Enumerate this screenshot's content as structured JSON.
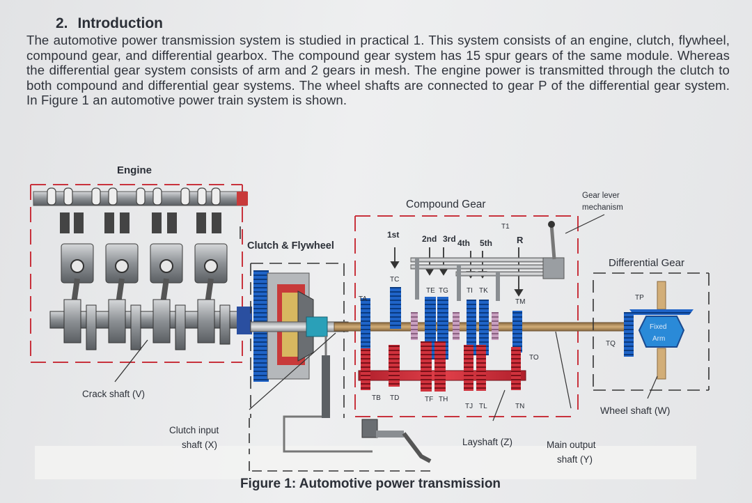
{
  "section": {
    "number": "2.",
    "title": "Introduction",
    "paragraph": "The automotive power transmission system is studied in practical 1. This system consists of an engine, clutch, flywheel, compound gear, and differential gearbox. The compound gear system has 15 spur gears of the same module. Whereas the differential gear system consists of arm and 2 gears in mesh. The engine power is transmitted through the clutch to both compound and differential gear systems. The wheel shafts are connected to gear P of the differential gear system. In Figure 1 an automotive power train system is shown."
  },
  "figure": {
    "caption": "Figure 1: Automotive power transmission",
    "labels": {
      "engine": "Engine",
      "crank_shaft": "Crack shaft (V)",
      "clutch_flywheel": "Clutch & Flywheel",
      "clutch_input_line1": "Clutch input",
      "clutch_input_line2": "shaft (X)",
      "compound_gear": "Compound Gear",
      "gear_lever_line1": "Gear lever",
      "gear_lever_line2": "mechanism",
      "differential_gear": "Differential Gear",
      "fixed_arm_line1": "Fixed",
      "fixed_arm_line2": "Arm",
      "wheel_shaft": "Wheel shaft (W)",
      "layshaft": "Layshaft (Z)",
      "main_output_line1": "Main output",
      "main_output_line2": "shaft (Y)"
    },
    "gear_positions": {
      "first": "1st",
      "second": "2nd",
      "third": "3rd",
      "fourth": "4th",
      "fifth": "5th",
      "reverse": "R"
    },
    "gear_tags": {
      "TA": "TA",
      "TC": "TC",
      "TE": "TE",
      "TG": "TG",
      "TI": "TI",
      "TK": "TK",
      "TM": "TM",
      "TO": "TO",
      "TB": "TB",
      "TD": "TD",
      "TF": "TF",
      "TH": "TH",
      "TJ": "TJ",
      "TL": "TL",
      "TN": "TN",
      "TP": "TP",
      "TQ": "TQ",
      "T1": "T1"
    }
  }
}
